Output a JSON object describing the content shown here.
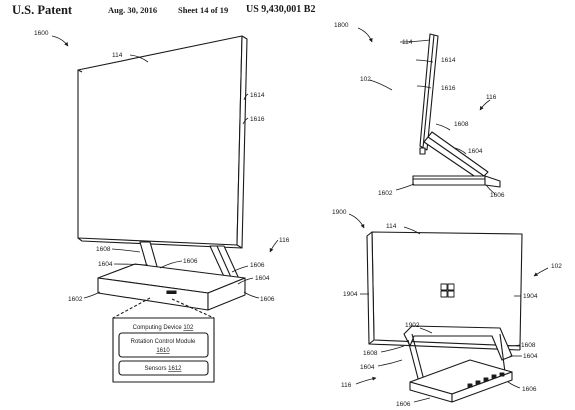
{
  "header": {
    "left": "U.S. Patent",
    "date": "Aug. 30, 2016",
    "sheet": "Sheet 14 of 19",
    "patent_number": "US 9,430,001 B2"
  },
  "fig16": {
    "ref_device": "1600",
    "ref_display": "114",
    "ref_edge1": "1614",
    "ref_edge2": "1616",
    "ref_arm": "1608",
    "ref_hinge": "1604",
    "ref_hinge2": "1606",
    "ref_base": "1602",
    "ref_base2": "1606",
    "ref_system": "116",
    "ref_hinge3": "1604",
    "callout": {
      "title_text": "Computing Device",
      "title_ref": "102",
      "module1_text": "Rotation Control Module",
      "module1_ref": "1610",
      "module2_text": "Sensors",
      "module2_ref": "1612"
    }
  },
  "fig18": {
    "ref_device": "1800",
    "ref_display": "114",
    "ref_edge1": "1614",
    "ref_edge2": "1616",
    "ref_front": "102",
    "ref_system": "116",
    "ref_arm": "1608",
    "ref_hinge": "1604",
    "ref_base": "1602",
    "ref_base_hinge": "1606"
  },
  "fig19": {
    "ref_device": "1900",
    "ref_display": "114",
    "ref_front": "102",
    "ref_edge_left": "1904",
    "ref_edge_right": "1904",
    "ref_stand": "1902",
    "ref_arm_left": "1608",
    "ref_arm_right": "1608",
    "ref_hinge_left": "1604",
    "ref_hinge_right": "1604",
    "ref_system": "116",
    "ref_base": "1606",
    "ref_base_right": "1606"
  }
}
